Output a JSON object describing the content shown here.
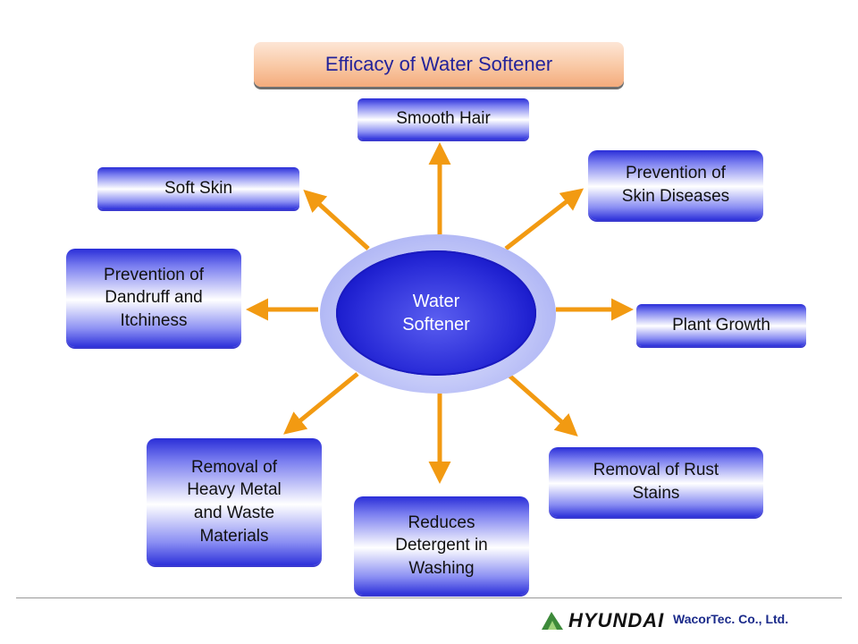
{
  "title": "Efficacy of Water Softener",
  "center": {
    "line1": "Water",
    "line2": "Softener"
  },
  "nodes": {
    "smooth_hair": "Smooth Hair",
    "skin_diseases": {
      "line1": "Prevention of",
      "line2": "Skin Diseases"
    },
    "soft_skin": "Soft Skin",
    "dandruff": {
      "line1": "Prevention of",
      "line2": "Dandruff and",
      "line3": "Itchiness"
    },
    "plant_growth": "Plant Growth",
    "rust": {
      "line1": "Removal of Rust",
      "line2": "Stains"
    },
    "detergent": {
      "line1": "Reduces",
      "line2": "Detergent in",
      "line3": "Washing"
    },
    "heavy_metal": {
      "line1": "Removal of",
      "line2": "Heavy Metal",
      "line3": "and Waste",
      "line4": "Materials"
    }
  },
  "footer": {
    "logo_text": "HYUNDAI",
    "company": "WacorTec.  Co., Ltd."
  },
  "colors": {
    "arrow": "#f29a12",
    "node_dark": "#2a2ed8",
    "title_bg": "#f9c8a4",
    "center": "#2a2cd8"
  }
}
